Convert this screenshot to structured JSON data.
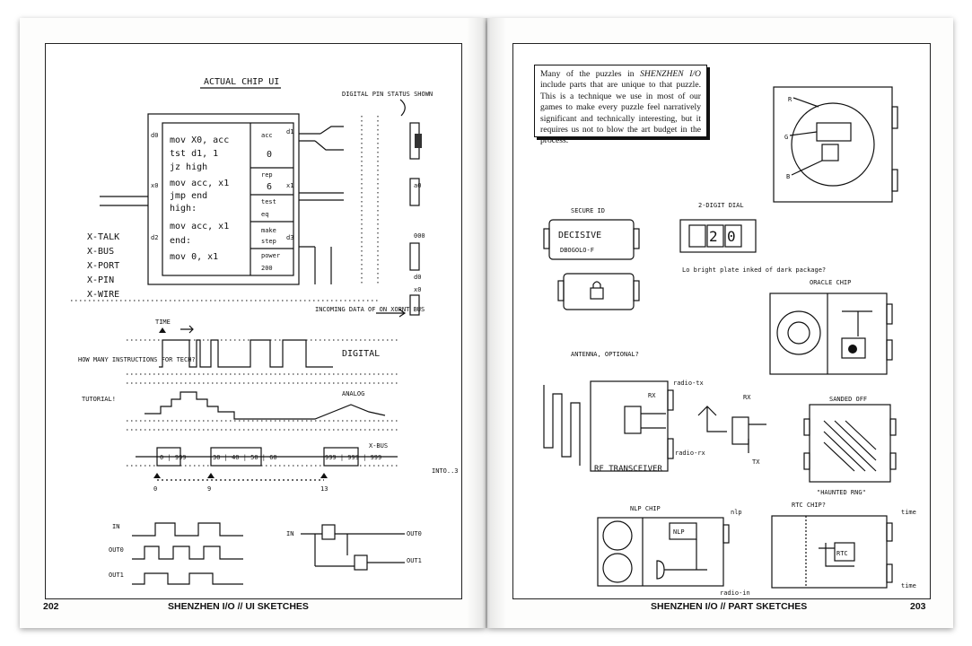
{
  "left_page": {
    "page_number": "202",
    "footer_title": "SHENZHEN I/O // UI SKETCHES",
    "sketch_title": "ACTUAL CHIP UI",
    "pin_status_note": "DIGITAL PIN STATUS SHOWN",
    "incoming_data_note": "INCOMING DATA OF ON XORNT BUS",
    "code_lines": [
      "mov X0, acc",
      "tst d1, 1",
      "jz high",
      "mov acc, x1",
      "jmp end",
      "high:",
      "mov acc, x1",
      "end:",
      "mov 0, x1"
    ],
    "code_lines_display": [
      "mov X0, acc",
      "tst d1, 1",
      "jz high",
      "mov acc, x1",
      "jmp end",
      "high:",
      "mov acc, x1",
      "end:",
      "mov 0, x1"
    ],
    "register_labels": [
      "acc",
      "0",
      "rep",
      "6",
      "test",
      "eq",
      "make",
      "step",
      "power",
      "200"
    ],
    "pin_labels_left": [
      "d0",
      "x0",
      "d2"
    ],
    "pin_labels_right": [
      "d1",
      "x1",
      "d3"
    ],
    "side_labels": [
      "a0",
      "000",
      "d0",
      "x0"
    ],
    "bus_types": [
      "X-TALK",
      "X-BUS",
      "X-PORT",
      "X-PIN",
      "X-WIRE"
    ],
    "question_note": "HOW MANY INSTRUCTIONS FOR TECH?",
    "tutorial_note": "TUTORIAL!",
    "signal_labels": [
      "DIGITAL",
      "ANALOG",
      "X-BUS"
    ],
    "time_marker": "TIME",
    "timeline_ticks": [
      "0",
      "9",
      "13"
    ],
    "into_note": "INTO..3",
    "xbus_packets": [
      "0 | 999",
      "30 | 40 | 50 | 60",
      "999 | 999 | 999"
    ],
    "waveform_labels": [
      "IN",
      "OUT0",
      "OUT1"
    ],
    "logic_labels": [
      "IN",
      "OUT0",
      "OUT1"
    ]
  },
  "right_page": {
    "page_number": "203",
    "footer_title": "SHENZHEN I/O // PART SKETCHES",
    "intro_text_prefix": "Many of the puzzles in ",
    "intro_text_italic": "SHENZHEN I/O",
    "intro_text_rest": " include parts that are unique to that puzzle. This is a technique we use in most of our games to make every puzzle feel narratively significant and technically interesting, but it requires us not to blow the art budget in the process.",
    "secure_id": {
      "title": "SECURE ID",
      "word": "DECISIVE",
      "code": "DBOGOLO-F"
    },
    "two_digit_dial": {
      "title": "2-DIGIT DIAL",
      "digits": [
        "2",
        "0"
      ],
      "note": "Lo bright plate inked of dark package?"
    },
    "rgb_labels": [
      "R",
      "G",
      "B"
    ],
    "oracle_chip": "ORACLE CHIP",
    "rf_transceiver": {
      "title": "RF TRANSCEIVER",
      "note": "ANTENNA, OPTIONAL?",
      "labels": [
        "RX",
        "TX",
        "radio-rx",
        "radio-tx"
      ]
    },
    "rx_label": "RX",
    "tx_label": "TX",
    "sanded_off": {
      "note": "SANDED OFF",
      "caption": "\"HAUNTED RNG\""
    },
    "nlp_chip": {
      "title": "NLP CHIP",
      "inner": "NLP",
      "side": "nlp",
      "bottom": "radio-in"
    },
    "rtc_chip": {
      "title": "RTC CHIP?",
      "inner": "RTC",
      "top": "time",
      "bottom": "time"
    }
  }
}
